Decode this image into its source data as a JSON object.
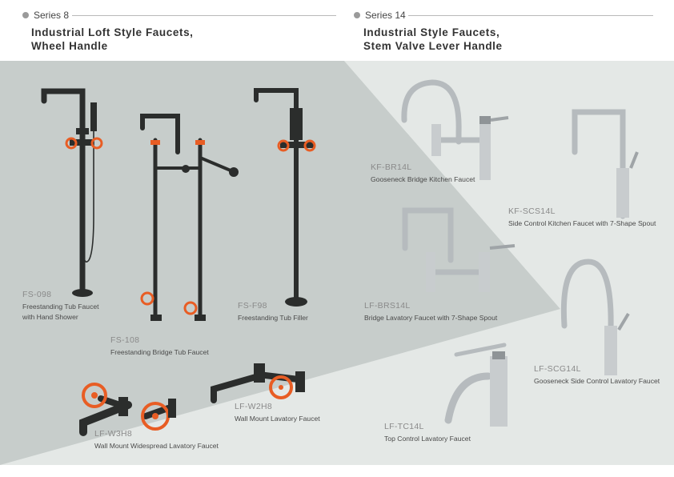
{
  "series_left": {
    "tag": "Series 8",
    "title_line1": "Industrial Loft Style Faucets,",
    "title_line2": "Wheel Handle"
  },
  "series_right": {
    "tag": "Series 14",
    "title_line1": "Industrial Style Faucets,",
    "title_line2": "Stem Valve Lever Handle"
  },
  "products": {
    "fs098": {
      "code": "FS-098",
      "desc_line1": "Freestanding Tub Faucet",
      "desc_line2": "with Hand Shower"
    },
    "fs108": {
      "code": "FS-108",
      "desc": "Freestanding Bridge Tub Faucet"
    },
    "fsf98": {
      "code": "FS-F98",
      "desc": "Freestanding Tub Filler"
    },
    "lfw3h8": {
      "code": "LF-W3H8",
      "desc": "Wall Mount Widespread Lavatory Faucet"
    },
    "lfw2h8": {
      "code": "LF-W2H8",
      "desc": "Wall Mount Lavatory Faucet"
    },
    "kfbr14l": {
      "code": "KF-BR14L",
      "desc": "Gooseneck Bridge Kitchen Faucet"
    },
    "kfscs14l": {
      "code": "KF-SCS14L",
      "desc": "Side Control Kitchen Faucet with 7-Shape Spout"
    },
    "lfbrs14l": {
      "code": "LF-BRS14L",
      "desc": "Bridge Lavatory Faucet with 7-Shape Spout"
    },
    "lfscg14l": {
      "code": "LF-SCG14L",
      "desc": "Gooseneck Side Control Lavatory Faucet"
    },
    "lftc14l": {
      "code": "LF-TC14L",
      "desc": "Top Control Lavatory Faucet"
    }
  },
  "colors": {
    "panel_left": "#c7cdcb",
    "panel_right": "#e4e8e6",
    "matte_black": "#2b2d2c",
    "handle_orange": "#e85d24",
    "chrome": "#c8ccce"
  }
}
